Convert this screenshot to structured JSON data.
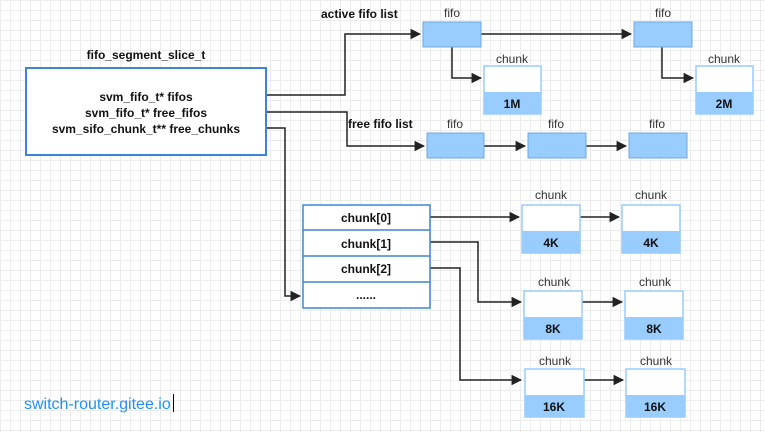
{
  "segment": {
    "title": "fifo_segment_slice_t",
    "fields": [
      "svm_fifo_t* fifos",
      "svm_fifo_t* free_fifos",
      "svm_sifo_chunk_t** free_chunks"
    ]
  },
  "active_list": {
    "label": "active fifo list",
    "fifo_label": "fifo",
    "chunk_label": "chunk",
    "sizes": [
      "1M",
      "2M"
    ]
  },
  "free_list": {
    "label": "free fifo list",
    "fifo_label": "fifo"
  },
  "chunk_table": {
    "rows": [
      "chunk[0]",
      "chunk[1]",
      "chunk[2]",
      "......"
    ]
  },
  "chunk_rows": [
    {
      "label": "chunk",
      "size": "4K"
    },
    {
      "label": "chunk",
      "size": "8K"
    },
    {
      "label": "chunk",
      "size": "16K"
    }
  ],
  "watermark": "switch-router.gitee.io",
  "colors": {
    "fifo_fill": "#99ccff",
    "fifo_stroke": "#6fa8dc",
    "segment_stroke": "#3a86d4",
    "chunk_stroke": "#99ccff",
    "edge": "#222222",
    "watermark": "#1e90ff"
  }
}
